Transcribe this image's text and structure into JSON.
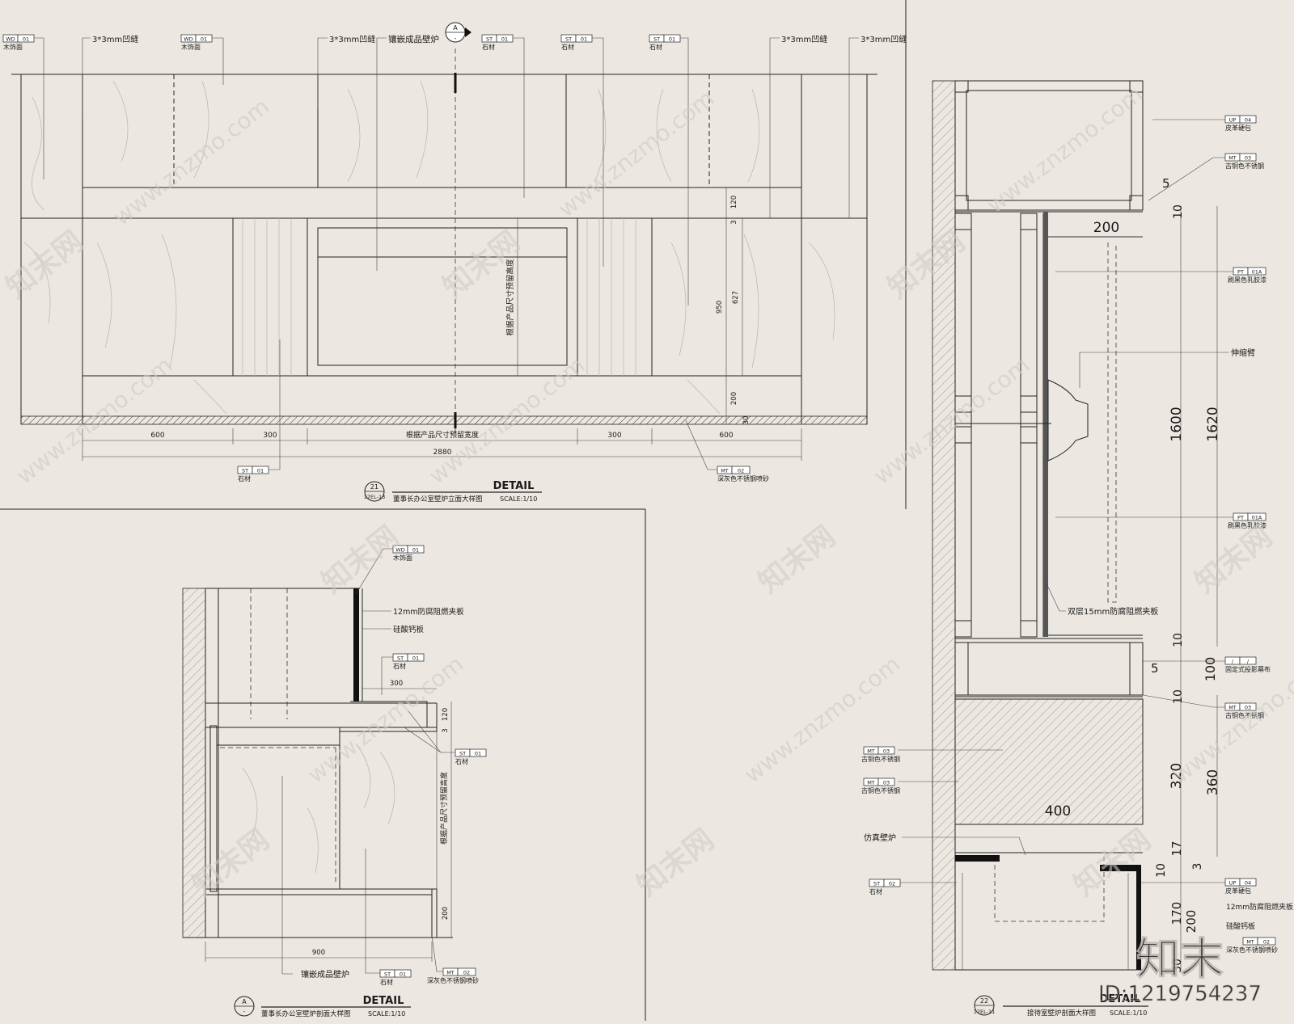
{
  "panel_21": {
    "tags": {
      "wd_1": {
        "code": "WD",
        "num": "01",
        "label": "木饰面"
      },
      "wd_2": {
        "code": "WD",
        "num": "01",
        "label": "木饰面"
      },
      "st_1": {
        "code": "ST",
        "num": "01",
        "label": "石材"
      },
      "st_2": {
        "code": "ST",
        "num": "01",
        "label": "石材"
      },
      "st_3": {
        "code": "ST",
        "num": "01",
        "label": "石材"
      },
      "st_bottom": {
        "code": "ST",
        "num": "01",
        "label": "石材"
      },
      "mt_bottom": {
        "code": "MT",
        "num": "02",
        "label": "深灰色不锈钢喷砂"
      }
    },
    "notes": {
      "groove_1": "3*3mm凹缝",
      "groove_2": "3*3mm凹缝",
      "fireplace": "镶嵌成品壁炉",
      "groove_3": "3*3mm凹缝",
      "groove_4": "3*3mm凹缝",
      "reserved_height": "根据产品尺寸预留高度"
    },
    "section_marker": {
      "letter": "A",
      "dash": "-"
    },
    "dims": {
      "w1": "600",
      "w2": "300",
      "w_mid": "根据产品尺寸预留宽度",
      "w3": "300",
      "w4": "600",
      "total": "2880",
      "h120": "120",
      "h3": "3",
      "h950": "950",
      "h627": "627",
      "h200": "200",
      "h30": "30"
    },
    "title": {
      "num": "21",
      "sheet": "17EL-13",
      "detail": "DETAIL",
      "name": "董事长办公室壁炉立面大样图",
      "scale": "SCALE:1/10"
    }
  },
  "panel_A": {
    "tags": {
      "wd": {
        "code": "WD",
        "num": "01",
        "label": "木饰面"
      },
      "st_1": {
        "code": "ST",
        "num": "01",
        "label": "石材"
      },
      "st_2": {
        "code": "ST",
        "num": "01",
        "label": "石材"
      },
      "st_3": {
        "code": "ST",
        "num": "01",
        "label": "石材"
      },
      "mt": {
        "code": "MT",
        "num": "02",
        "label": "深灰色不锈钢喷砂"
      }
    },
    "notes": {
      "board": "12mm防腐阻燃夹板",
      "calcium": "硅酸钙板",
      "fireplace": "镶嵌成品壁炉",
      "reserved_height": "根据产品尺寸预留高度"
    },
    "dims": {
      "d300": "300",
      "d120": "120",
      "d3": "3",
      "d200": "200",
      "d900": "900"
    },
    "title": {
      "letter": "A",
      "sheet": "-",
      "detail": "DETAIL",
      "name": "董事长办公室壁炉剖面大样图",
      "scale": "SCALE:1/10"
    }
  },
  "panel_22": {
    "tags": {
      "up_1": {
        "code": "UP",
        "num": "04",
        "label": "皮革硬包"
      },
      "mt_1": {
        "code": "MT",
        "num": "03",
        "label": "古铜色不锈钢"
      },
      "pt_1": {
        "code": "PT",
        "num": "01A",
        "label": "刷黑色乳胶漆"
      },
      "pt_2": {
        "code": "PT",
        "num": "01A",
        "label": "刷黑色乳胶漆"
      },
      "screen": {
        "code": "/",
        "num": "/",
        "label": "固定式投影幕布"
      },
      "mt_2": {
        "code": "MT",
        "num": "03",
        "label": "古铜色不锈钢"
      },
      "mt_left_1": {
        "code": "MT",
        "num": "03",
        "label": "古铜色不锈钢"
      },
      "mt_left_2": {
        "code": "MT",
        "num": "03",
        "label": "古铜色不锈钢"
      },
      "st_left": {
        "code": "ST",
        "num": "02",
        "label": "石材"
      },
      "up_2": {
        "code": "UP",
        "num": "04",
        "label": "皮革硬包"
      },
      "mt_3": {
        "code": "MT",
        "num": "02",
        "label": "深灰色不锈钢喷砂"
      }
    },
    "notes": {
      "arm": "伸缩臂",
      "double_board": "双层15mm防腐阻燃夹板",
      "faux_fireplace": "仿真壁炉",
      "board": "12mm防腐阻燃夹板",
      "calcium": "硅酸钙板"
    },
    "dims": {
      "d5": "5",
      "d10a": "10",
      "d200": "200",
      "d1600": "1600",
      "d1620": "1620",
      "d10b": "10",
      "d5b": "5",
      "d100": "100",
      "d10c": "10",
      "d320": "320",
      "d360": "360",
      "d400": "400",
      "d17": "17",
      "d10d": "10",
      "d3": "3",
      "d170": "170",
      "d200b": "200",
      "d30": "30"
    },
    "title": {
      "num": "22",
      "sheet": "17EL-11",
      "detail": "DETAIL",
      "name": "接待室壁炉剖面大样图",
      "scale": "SCALE:1/10"
    }
  },
  "watermark": {
    "site": "www.znzmo.com",
    "brand": "知末网",
    "logo": "知末",
    "id": "ID:1219754237"
  }
}
